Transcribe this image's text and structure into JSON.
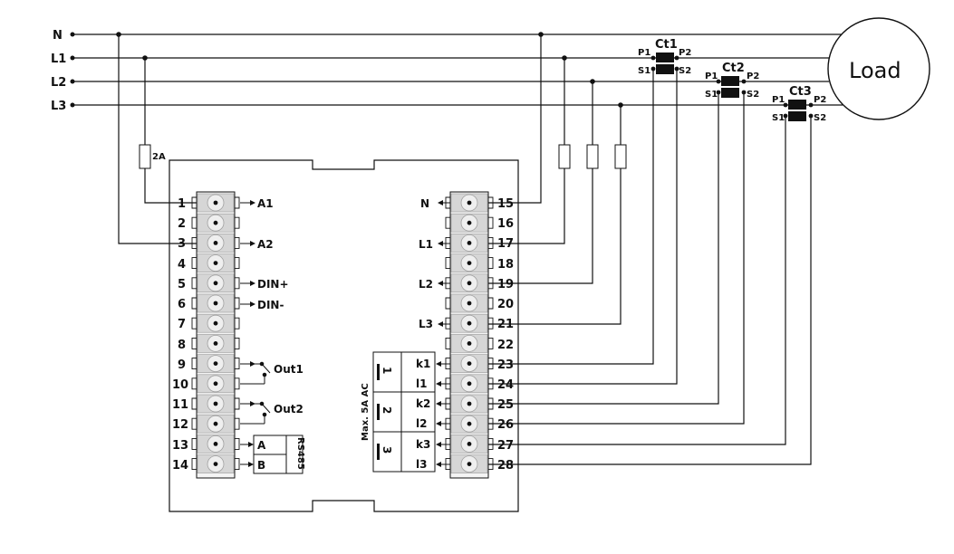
{
  "lines": [
    "N",
    "L1",
    "L2",
    "L3"
  ],
  "load": "Load",
  "fuse_rating": "2A",
  "transformers": [
    {
      "name": "Ct1",
      "p1": "P1",
      "p2": "P2",
      "s1": "S1",
      "s2": "S2"
    },
    {
      "name": "Ct2",
      "p1": "P1",
      "p2": "P2",
      "s1": "S1",
      "s2": "S2"
    },
    {
      "name": "Ct3",
      "p1": "P1",
      "p2": "P2",
      "s1": "S1",
      "s2": "S2"
    }
  ],
  "left_terminals": {
    "numbers": [
      "1",
      "2",
      "3",
      "4",
      "5",
      "6",
      "7",
      "8",
      "9",
      "10",
      "11",
      "12",
      "13",
      "14"
    ],
    "functions": {
      "1": "A1",
      "3": "A2",
      "5": "DIN+",
      "6": "DIN-",
      "9": "Out1",
      "11": "Out2",
      "13": "A",
      "14": "B"
    },
    "bus": "RS485"
  },
  "right_terminals": {
    "numbers": [
      "15",
      "16",
      "17",
      "18",
      "19",
      "20",
      "21",
      "22",
      "23",
      "24",
      "25",
      "26",
      "27",
      "28"
    ],
    "functions": {
      "15": "N",
      "17": "L1",
      "19": "L2",
      "21": "L3",
      "23": "k1",
      "24": "l1",
      "25": "k2",
      "26": "l2",
      "27": "k3",
      "28": "l3"
    },
    "current_rating": "Max. 5A AC",
    "ct_inputs": [
      "1",
      "2",
      "3"
    ]
  }
}
